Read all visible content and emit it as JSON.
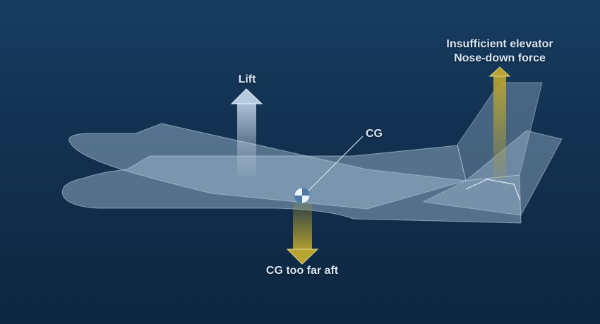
{
  "labels": {
    "lift": "Lift",
    "cg": "CG",
    "cg_aft": "CG too far aft",
    "elevator_line1": "Insufficient elevator",
    "elevator_line2": "Nose-down force"
  },
  "colors": {
    "background_top": "#173d61",
    "background_bottom": "#0e2741",
    "aircraft_fill": "#a8c3da",
    "lift_arrow": "#c9dbee",
    "weight_arrow": "#b8a431",
    "label_text": "#d7e7f5"
  }
}
